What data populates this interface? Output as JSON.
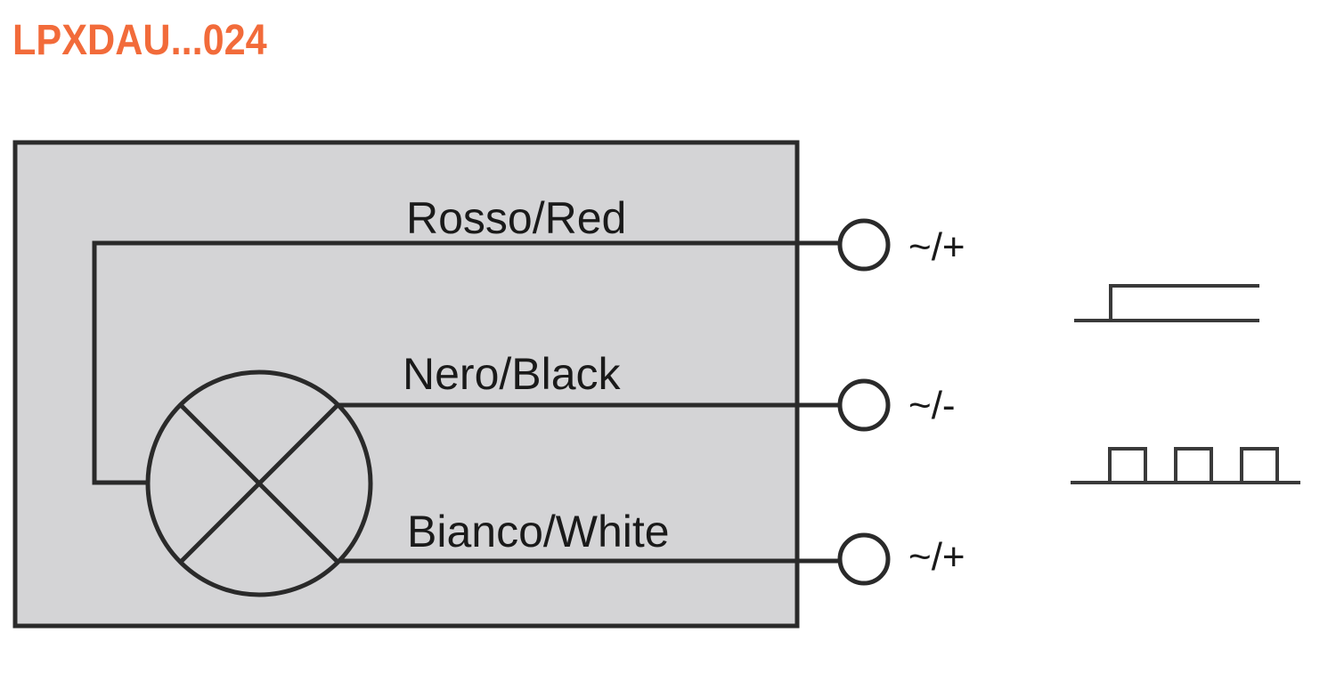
{
  "title": "LPXDAU...024",
  "colors": {
    "title": "#f26b3a",
    "housing_fill": "#d4d4d6",
    "line": "#2a2a2a"
  },
  "wires": [
    {
      "label": "Rosso/Red",
      "terminal": "~/+"
    },
    {
      "label": "Nero/Black",
      "terminal": "~/-"
    },
    {
      "label": "Bianco/White",
      "terminal": "~/+"
    }
  ],
  "symbols": {
    "lamp": "lamp-cross-icon",
    "steady_light": "steady-signal-icon",
    "flashing_light": "flashing-signal-icon"
  }
}
